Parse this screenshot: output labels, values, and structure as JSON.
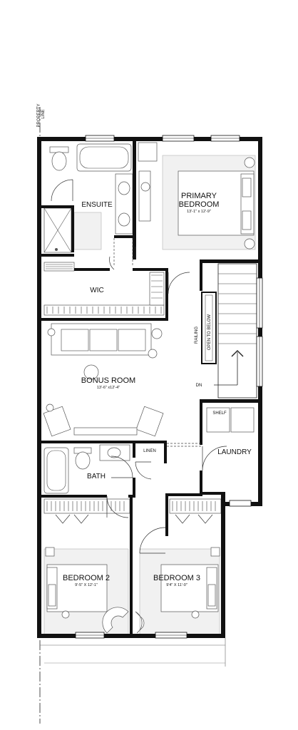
{
  "property_line_label": [
    "PROPERTY",
    "LINE"
  ],
  "rooms": {
    "primary_bedroom": {
      "name_line1": "PRIMARY",
      "name_line2": "BEDROOM",
      "dims": "13'-1\" x 12'-9\""
    },
    "ensuite": {
      "name": "ENSUITE"
    },
    "wic": {
      "name": "WIC"
    },
    "bonus_room": {
      "name": "BONUS ROOM",
      "dims": "13'-6\" x12'-4\""
    },
    "bath": {
      "name": "BATH"
    },
    "linen": {
      "name": "LINEN"
    },
    "laundry": {
      "name": "LAUNDRY"
    },
    "shelf": {
      "name": "SHELF"
    },
    "bedroom2": {
      "name": "BEDROOM 2",
      "dims": "9'-5\" X 12'-1\""
    },
    "bedroom3": {
      "name": "BEDROOM 3",
      "dims": "9'4\" X 11'-0\""
    }
  },
  "stairs": {
    "railing": "RAILING",
    "open_to_below": "OPEN TO BELOW",
    "dn": "DN"
  }
}
